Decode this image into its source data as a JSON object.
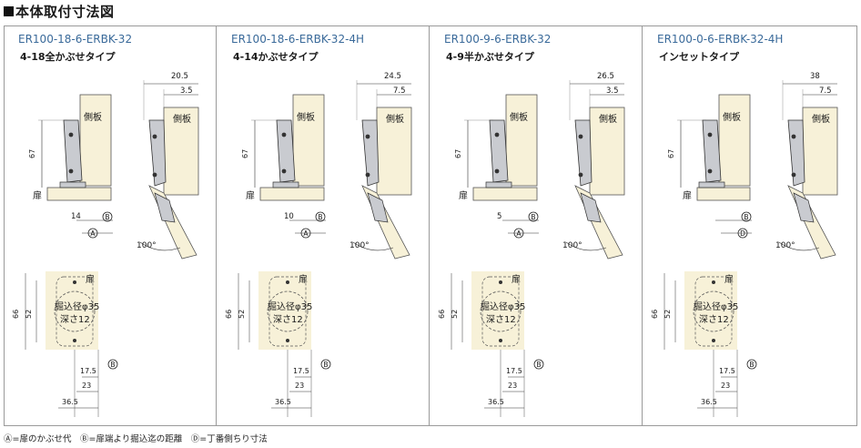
{
  "title": "本体取付寸法図",
  "panels": [
    {
      "model": "ER100-18-6-ERBK-32",
      "subtype": "4-18全かぶせタイプ",
      "top_dim": "20.5",
      "side_dim": "3.5",
      "front_dim": "14",
      "front_sym": "B",
      "bottom_sym": "A",
      "bottom_dim_label": "",
      "inset": false
    },
    {
      "model": "ER100-18-6-ERBK-32-4H",
      "subtype": "4-14かぶせタイプ",
      "top_dim": "24.5",
      "side_dim": "7.5",
      "front_dim": "10",
      "front_sym": "B",
      "bottom_sym": "A",
      "inset": false
    },
    {
      "model": "ER100-9-6-ERBK-32",
      "subtype": "4-9半かぶせタイプ",
      "top_dim": "26.5",
      "side_dim": "3.5",
      "front_dim": "5",
      "front_sym": "B",
      "bottom_sym": "A",
      "inset": false
    },
    {
      "model": "ER100-0-6-ERBK-32-4H",
      "subtype": "インセットタイプ",
      "top_dim": "38",
      "side_dim": "7.5",
      "front_dim": "",
      "front_sym": "B",
      "bottom_sym": "D",
      "inset": true
    }
  ],
  "common": {
    "height_dim": "67",
    "side_panel": "側板",
    "door": "扉",
    "angle": "100°",
    "outer_h": "66",
    "inner_h": "52",
    "bore_line1": "掘込径φ35",
    "bore_line2": "深さ12",
    "dim_175": "17.5",
    "dim_23": "23",
    "dim_365": "36.5",
    "b_symbol": "B"
  },
  "legend": "Ⓐ=扉のかぶせ代　Ⓑ=扉端より掘込迄の距離　Ⓓ=丁番側ちり寸法"
}
